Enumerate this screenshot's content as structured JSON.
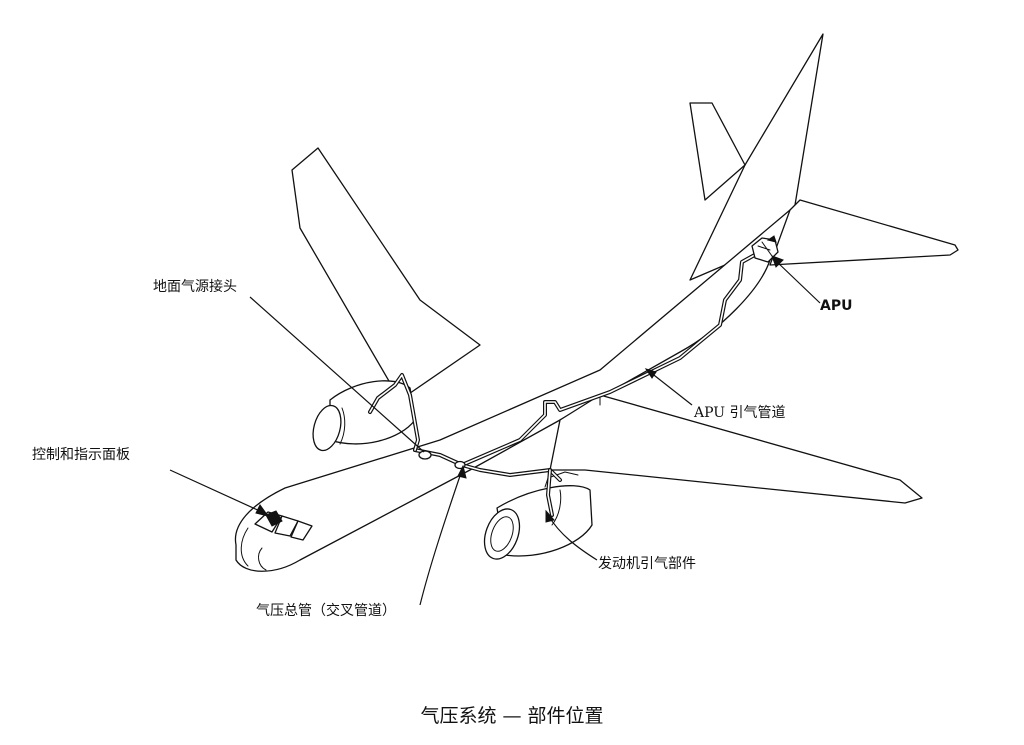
{
  "labels": {
    "ground_connector": "地面气源接头",
    "apu": "APU",
    "apu_duct": "APU 引气管道",
    "control_panel": "控制和指示面板",
    "engine_bleed": "发动机引气部件",
    "manifold": "气压总管（交叉管道）"
  },
  "caption": "气压系统 — 部件位置"
}
